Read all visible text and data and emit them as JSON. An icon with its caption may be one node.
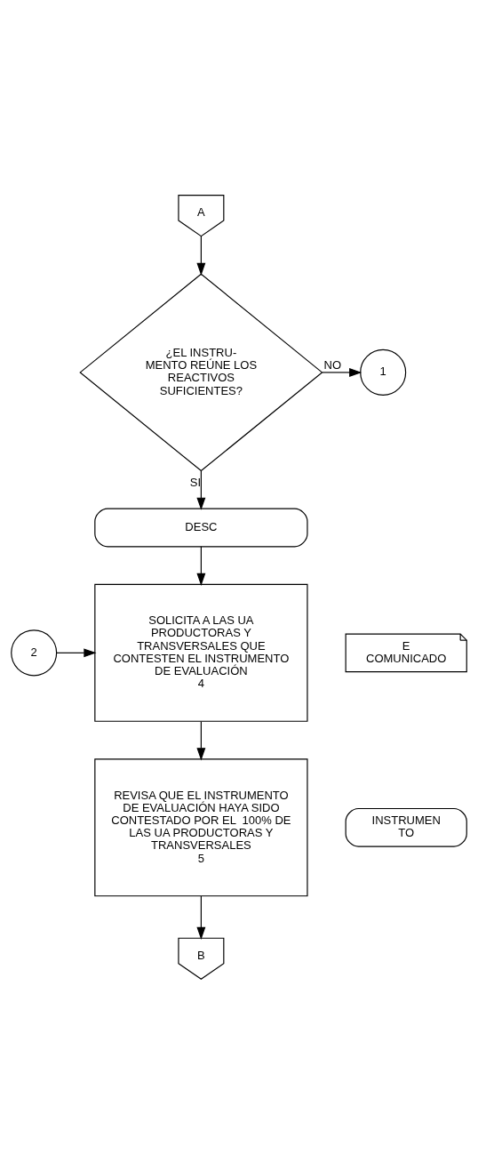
{
  "diagram": {
    "nodes": [
      {
        "text": [
          "A"
        ]
      },
      {
        "text": [
          "¿EL INSTRU- MENTO REÚNE LOS REACTIVOS SUFICIENTES?"
        ]
      },
      {
        "text": [
          "1"
        ]
      },
      {
        "text": [
          "DESC"
        ]
      },
      {
        "text": [
          "SOLICITA A LAS UA PRODUCTORAS Y TRANSVERSALES QUE CONTESTEN EL INSTRUMENTO DE EVALUACIÓN",
          "4"
        ]
      },
      {
        "text": [
          "2"
        ]
      },
      {
        "text": [
          "E",
          "COMUNICADO"
        ]
      },
      {
        "text": [
          "REVISA QUE EL INSTRUMENTO DE EVALUACIÓN HAYA SIDO CONTESTADO POR EL  100% DE LAS UA PRODUCTORAS Y TRANSVERSALES",
          "5"
        ]
      },
      {
        "text": [
          "INSTRUMEN TO"
        ]
      },
      {
        "text": [
          "B"
        ]
      }
    ],
    "edges": [
      {
        "from": 0,
        "to": 1,
        "arrow": "to"
      },
      {
        "from": 1,
        "to": 2,
        "arrow": "to",
        "label": "NO"
      },
      {
        "from": 1,
        "to": 3,
        "arrow": "to",
        "label": "SI"
      },
      {
        "from": 3,
        "to": 4,
        "arrow": "to"
      },
      {
        "from": 5,
        "to": 4,
        "arrow": "to"
      },
      {
        "from": 4,
        "to": 7,
        "arrow": "to"
      },
      {
        "from": 7,
        "to": 9,
        "arrow": "to"
      }
    ]
  }
}
